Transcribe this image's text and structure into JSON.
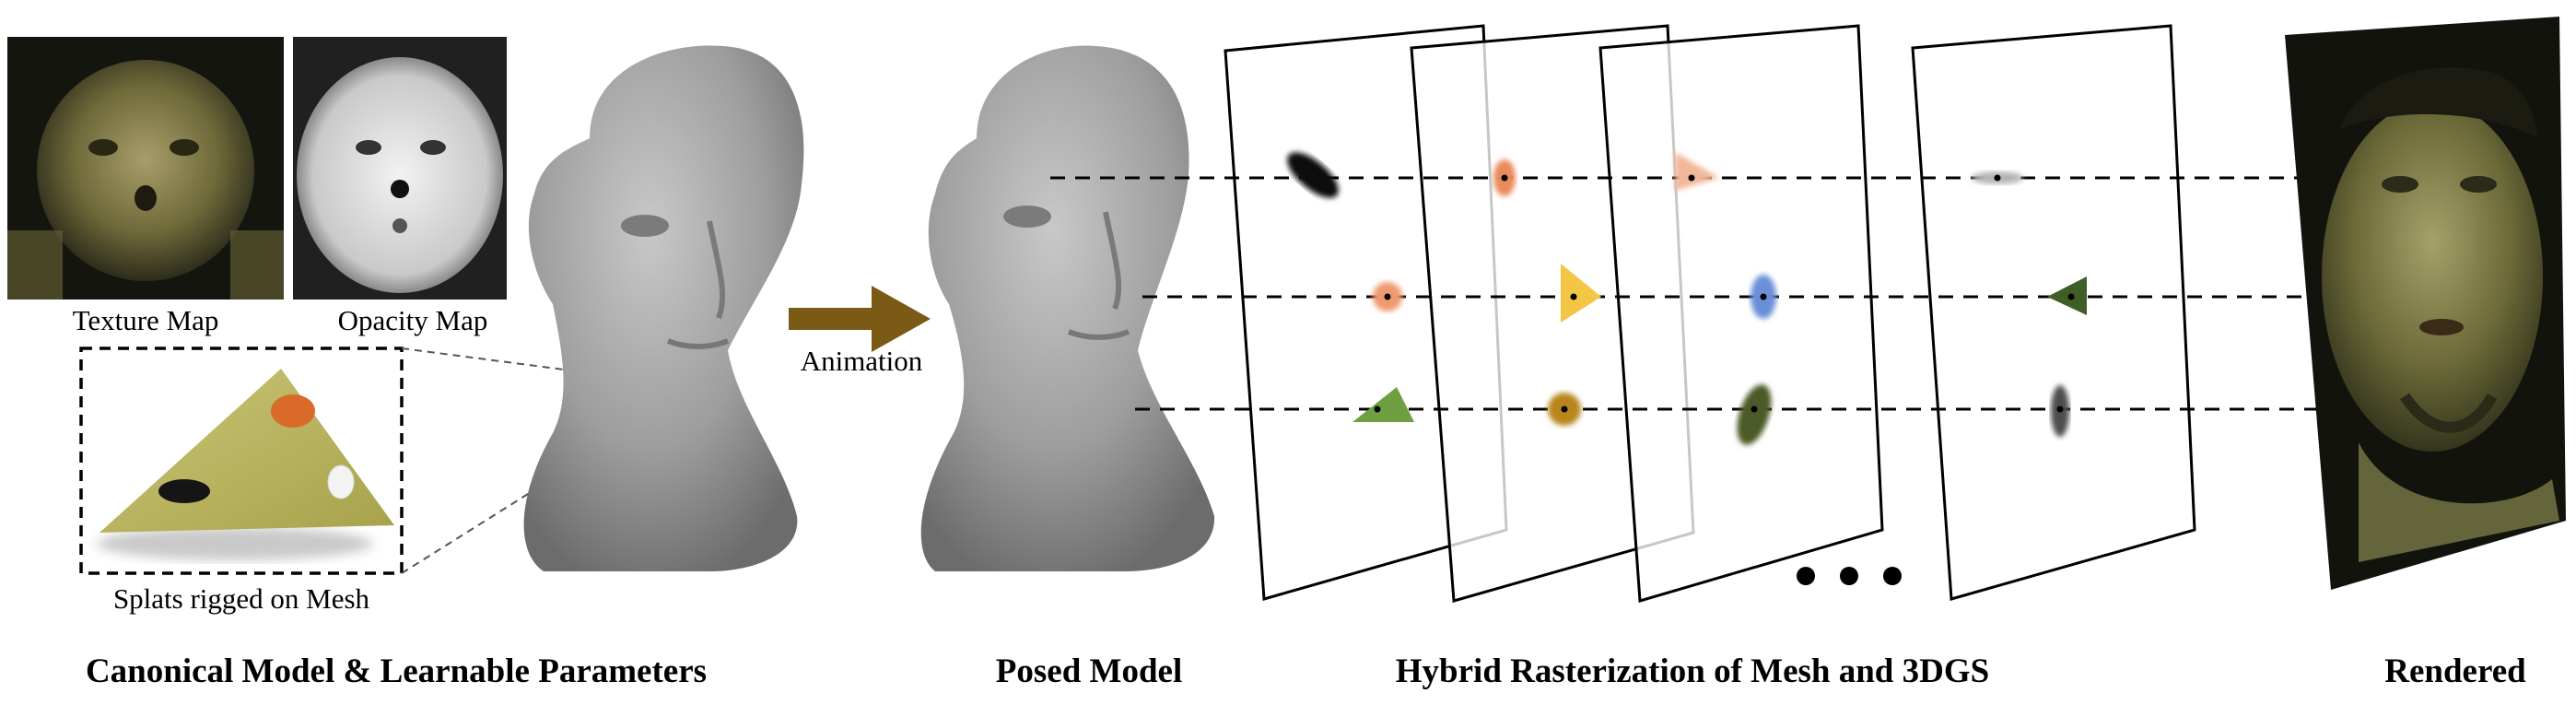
{
  "labels": {
    "texture_map": "Texture Map",
    "opacity_map": "Opacity Map",
    "splats_rigged": "Splats rigged on Mesh",
    "animation": "Animation"
  },
  "captions": {
    "canonical": "Canonical Model & Learnable Parameters",
    "posed": "Posed Model",
    "hybrid": "Hybrid Rasterization of Mesh and 3DGS",
    "rendered": "Rendered"
  },
  "colors": {
    "mesh_gray": "#9b9b9b",
    "animation_arrow": "#7a5a14",
    "splat_orange": "#e98a5a",
    "splat_peach": "#f2b79a",
    "splat_yellow": "#f3c646",
    "splat_green": "#6ea042",
    "splat_mustard": "#b8861c",
    "splat_olive": "#4b5a26",
    "splat_blue": "#6b8fd8",
    "splat_darkgreen": "#3f5e25",
    "skin_olive": "#6b6a38"
  },
  "icons": [
    "texture-map-image",
    "opacity-map-image",
    "mesh-triangle-inset",
    "canonical-head-mesh",
    "posed-head-mesh",
    "rendered-face-image",
    "ellipsis-dots"
  ]
}
